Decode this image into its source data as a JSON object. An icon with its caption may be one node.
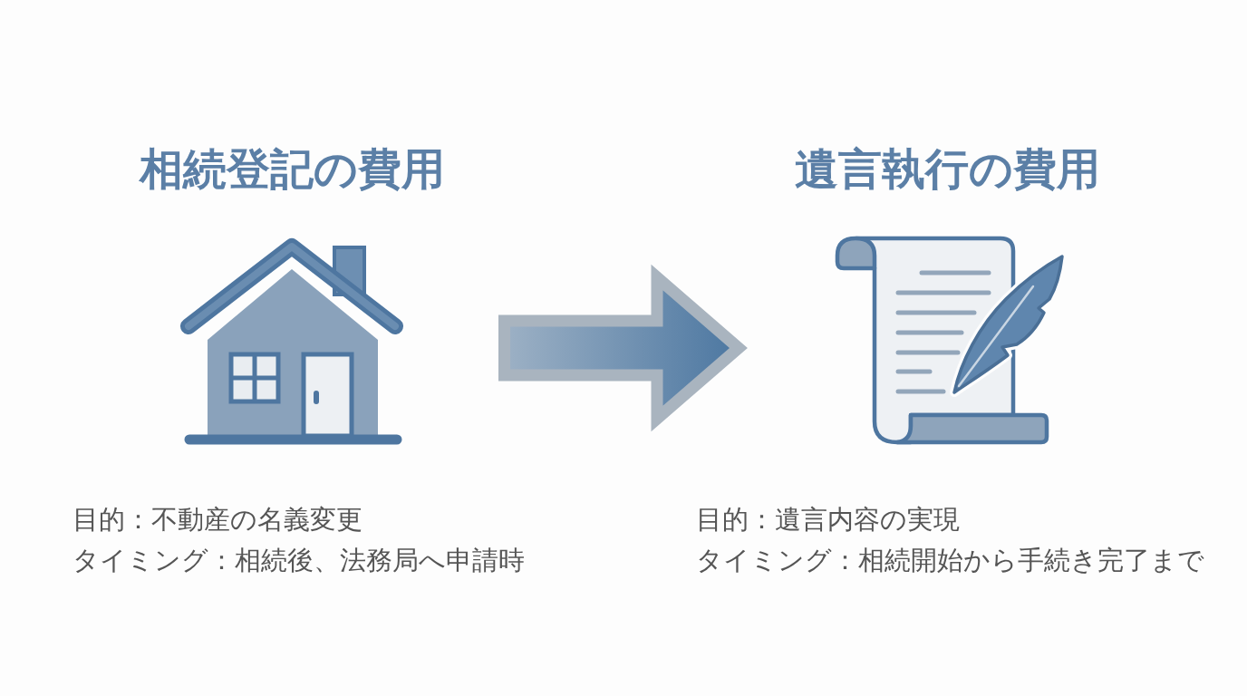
{
  "diagram": {
    "nodes": [
      {
        "text": [
          "相続登記の費用"
        ],
        "beside": [
          "目的：不動産の名義変更",
          "タイミング：相続後、法務局へ申請時"
        ]
      },
      {
        "text": [
          "遺言執行の費用"
        ],
        "beside": [
          "目的：遺言内容の実現",
          "タイミング：相続開始から手続き完了まで"
        ]
      }
    ],
    "edges": [
      {
        "from": 0,
        "to": 1,
        "arrow": "to",
        "style": "thick"
      }
    ]
  }
}
